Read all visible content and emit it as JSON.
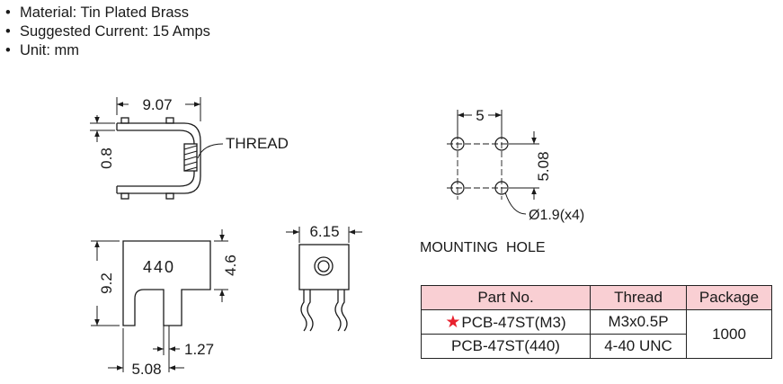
{
  "specs": [
    {
      "bullet": "•",
      "text": "Material: Tin Plated Brass"
    },
    {
      "bullet": "•",
      "text": "Suggested Current: 15 Amps"
    },
    {
      "bullet": "•",
      "text": "Unit: mm"
    }
  ],
  "drawing": {
    "dim_width_top": "9.07",
    "dim_thickness": "0.8",
    "thread_label": "THREAD",
    "dim_height": "9.2",
    "part_marking": "440",
    "dim_4_6": "4.6",
    "dim_pin": "1.27",
    "dim_pin_spacing": "5.08",
    "dim_side_width": "6.15",
    "hole_spacing_x": "5",
    "hole_spacing_y": "5.08",
    "hole_diameter": "Ø1.9(x4)",
    "mounting_hole_title": "MOUNTING  HOLE"
  },
  "table": {
    "headers": [
      "Part No.",
      "Thread",
      "Package"
    ],
    "rows": [
      {
        "part": "PCB-47ST(M3)",
        "thread": "M3x0.5P",
        "star": "★"
      },
      {
        "part": "PCB-47ST(440)",
        "thread": "4-40 UNC"
      }
    ],
    "package": "1000"
  },
  "colors": {
    "star": "#e8212e",
    "header_bg": "#f9cfd3"
  }
}
